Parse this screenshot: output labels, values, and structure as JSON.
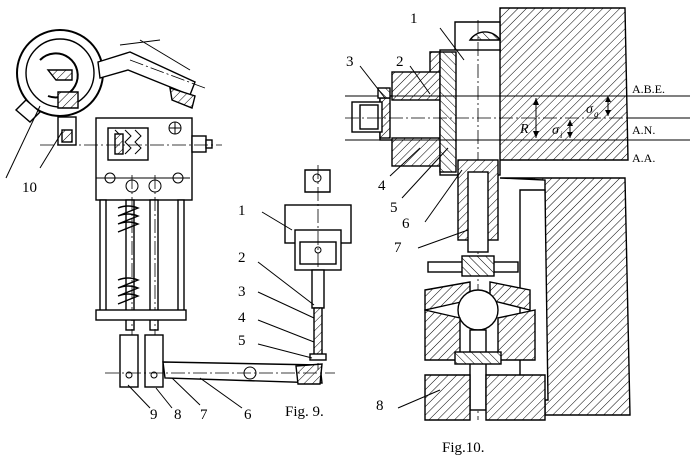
{
  "figure9": {
    "caption": "Fig. 9.",
    "labels": [
      "1",
      "2",
      "3",
      "4",
      "5",
      "10",
      "9",
      "8",
      "7",
      "6"
    ]
  },
  "figure10": {
    "caption": "Fig.10.",
    "labels": [
      "1",
      "2",
      "3",
      "4",
      "5",
      "6",
      "7",
      "8"
    ],
    "axes": [
      "A.B.E.",
      "A.N.",
      "A.A."
    ],
    "radius_label": "R",
    "sigma_symbol": "σ",
    "sigma_subscripts": [
      "g",
      "i"
    ]
  }
}
